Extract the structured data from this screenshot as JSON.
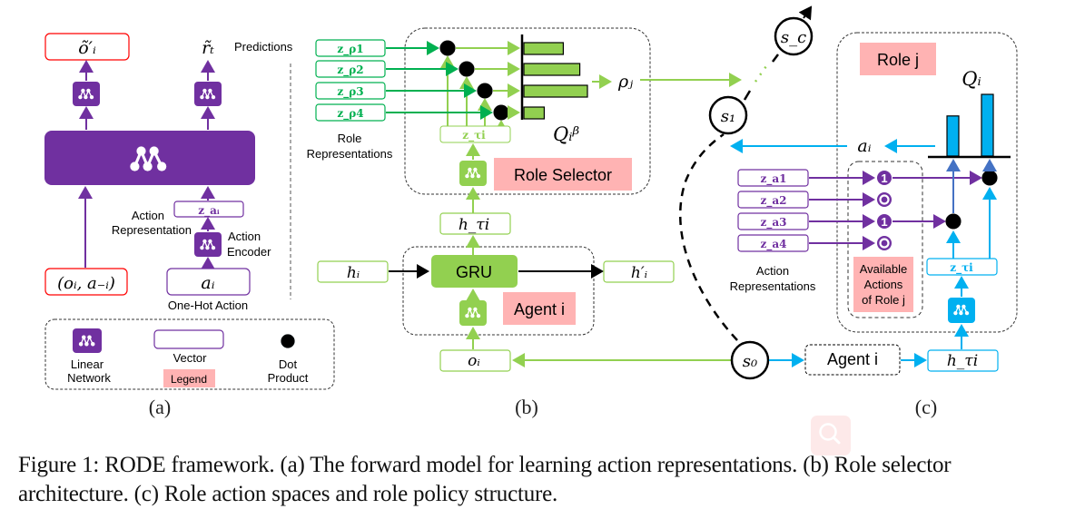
{
  "figure": {
    "caption": "Figure 1: RODE framework. (a) The forward model for learning action representations. (b) Role selector architecture. (c) Role action spaces and role policy structure.",
    "colors": {
      "purple": "#7030A0",
      "green": "#92D050",
      "dark_green": "#00B050",
      "blue": "#00B0F0",
      "red_outline": "#FF0000",
      "pink_label_bg": "#FFB3B3",
      "black": "#000000"
    }
  },
  "panel_a": {
    "label": "(a)",
    "prediction_obs": "õ′ᵢ",
    "prediction_reward": "r̃ₜ",
    "predictions_label": "Predictions",
    "input_obs": "(oᵢ, a₋ᵢ)",
    "action_rep_vector": "z_aᵢ",
    "action_rep_label_1": "Action",
    "action_rep_label_2": "Representation",
    "action_encoder_label_1": "Action",
    "action_encoder_label_2": "Encoder",
    "one_hot_vector": "aᵢ",
    "one_hot_label": "One-Hot Action",
    "legend": {
      "title": "Legend",
      "linear_network_1": "Linear",
      "linear_network_2": "Network",
      "vector": "Vector",
      "dot_product_1": "Dot",
      "dot_product_2": "Product",
      "icons": [
        "linear-network-icon",
        "vector-box",
        "dot-product-icon"
      ]
    }
  },
  "panel_b": {
    "label": "(b)",
    "role_vectors": [
      "z_ρ1",
      "z_ρ2",
      "z_ρ3",
      "z_ρ4"
    ],
    "role_rep_label_1": "Role",
    "role_rep_label_2": "Representations",
    "traj_vector": "z_τi",
    "q_label": "Qᵢᵝ",
    "q_bars": [
      0.62,
      0.88,
      1.0,
      0.32
    ],
    "selected_role": "ρⱼ",
    "role_selector_label": "Role Selector",
    "h_tau": "h_τi",
    "h_in": "hᵢ",
    "h_out": "h′ᵢ",
    "gru_label": "GRU",
    "agent_label": "Agent i",
    "obs": "oᵢ"
  },
  "panel_c": {
    "label": "(c)",
    "states": [
      "s₀",
      "s₁",
      "s_c"
    ],
    "role_label": "Role j",
    "q_label": "Qᵢ",
    "q_bars": [
      0.65,
      1.0
    ],
    "action_out": "aᵢ",
    "action_vectors": [
      "z_a1",
      "z_a2",
      "z_a3",
      "z_a4"
    ],
    "action_rep_label_1": "Action",
    "action_rep_label_2": "Representations",
    "availability_mask": [
      "1",
      "0",
      "1",
      "0"
    ],
    "available_label_1": "Available",
    "available_label_2": "Actions",
    "available_label_3": "of Role j",
    "traj_vector": "z_τi",
    "agent_label": "Agent i",
    "h_tau": "h_τi"
  },
  "overlay": {
    "search_icon": "magnifier-icon"
  }
}
